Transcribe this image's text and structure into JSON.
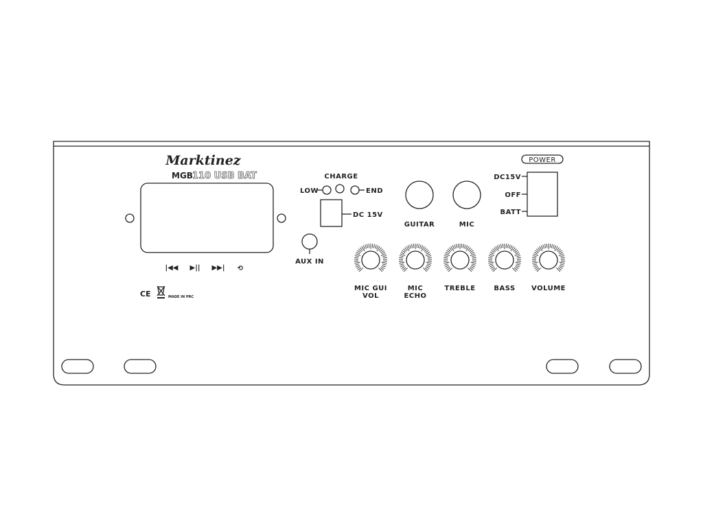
{
  "brand": {
    "logo": "Marktinez",
    "model_prefix": "MGB",
    "model_name": "110 USB BAT"
  },
  "player": {
    "icons": [
      "previous-icon",
      "play-pause-icon",
      "next-icon",
      "repeat-icon"
    ],
    "glyphs": [
      "|◀◀",
      "▶||",
      "▶▶|",
      "⟲"
    ]
  },
  "certs": {
    "ce": "CE",
    "made_in": "MADE IN PRC"
  },
  "charge": {
    "title": "CHARGE",
    "low": "LOW",
    "end": "END",
    "dc_label": "DC 15V"
  },
  "aux": {
    "label": "AUX IN"
  },
  "inputs": [
    {
      "label": "GUITAR"
    },
    {
      "label": "MIC"
    }
  ],
  "power": {
    "title": "POWER",
    "positions": [
      "DC15V",
      "OFF",
      "BATT"
    ]
  },
  "knobs": [
    {
      "line1": "MIC GUI",
      "line2": "VOL"
    },
    {
      "line1": "MIC",
      "line2": "ECHO"
    },
    {
      "line1": "TREBLE",
      "line2": ""
    },
    {
      "line1": "BASS",
      "line2": ""
    },
    {
      "line1": "VOLUME",
      "line2": ""
    }
  ]
}
